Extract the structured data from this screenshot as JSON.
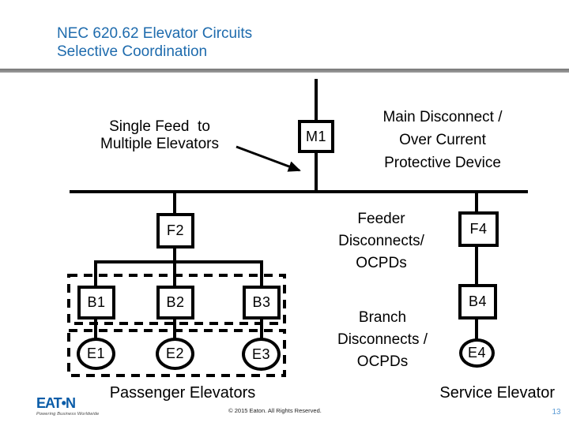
{
  "slide": {
    "title": [
      "NEC 620.62 Elevator Circuits",
      "Selective Coordination"
    ],
    "page_number": "13",
    "copyright": "© 2015 Eaton. All Rights Reserved.",
    "logo": {
      "text": "EAT•N",
      "tagline": "Powering Business Worldwide"
    }
  },
  "diagram": {
    "nodes": {
      "m1": "M1",
      "f2": "F2",
      "f4": "F4",
      "b1": "B1",
      "b2": "B2",
      "b3": "B3",
      "b4": "B4",
      "e1": "E1",
      "e2": "E2",
      "e3": "E3",
      "e4": "E4"
    },
    "annotations": {
      "single_feed": [
        "Single Feed  to",
        "Multiple Elevators"
      ],
      "main_disconnect": [
        "Main Disconnect /",
        "Over Current",
        "Protective Device"
      ],
      "feeder": [
        "Feeder",
        "Disconnects/",
        "OCPDs"
      ],
      "branch": [
        "Branch",
        "Disconnects /",
        "OCPDs"
      ],
      "passenger": "Passenger Elevators",
      "service": "Service Elevator"
    }
  },
  "colors": {
    "title_blue": "#1E6BAD",
    "line_black": "#000000",
    "divider_gray": "#8C8C8C",
    "eaton_blue": "#0A5CA8",
    "page_number_blue": "#5B9BD5"
  }
}
